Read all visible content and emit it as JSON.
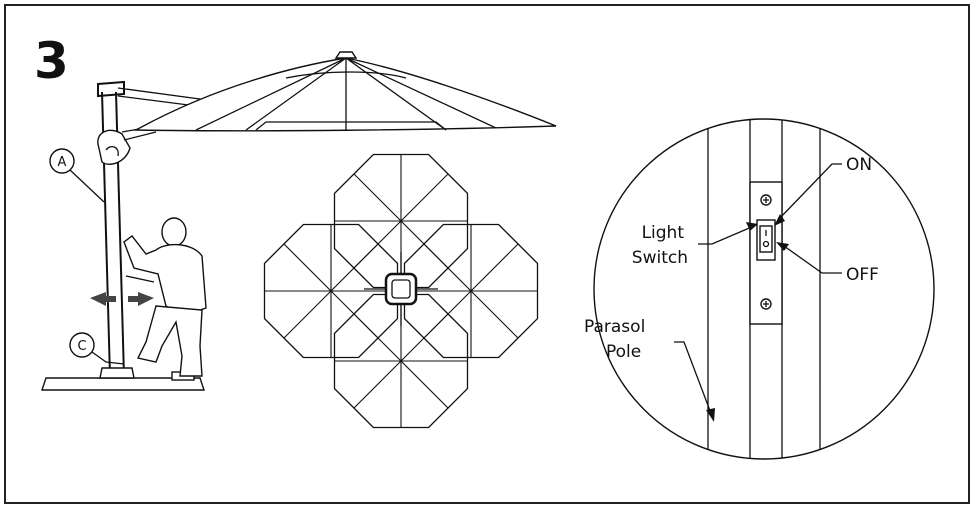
{
  "step": {
    "number": "3"
  },
  "callouts": {
    "a": "A",
    "c": "C"
  },
  "detail": {
    "on_label": "ON",
    "off_label": "OFF",
    "light_switch_line1": "Light",
    "light_switch_line2": "Switch",
    "pole_line1": "Parasol",
    "pole_line2": "Pole"
  },
  "icons": {
    "rotate": "rotate-arrows-icon",
    "screw": "screw-icon"
  },
  "colors": {
    "line": "#111111",
    "background": "#ffffff"
  }
}
